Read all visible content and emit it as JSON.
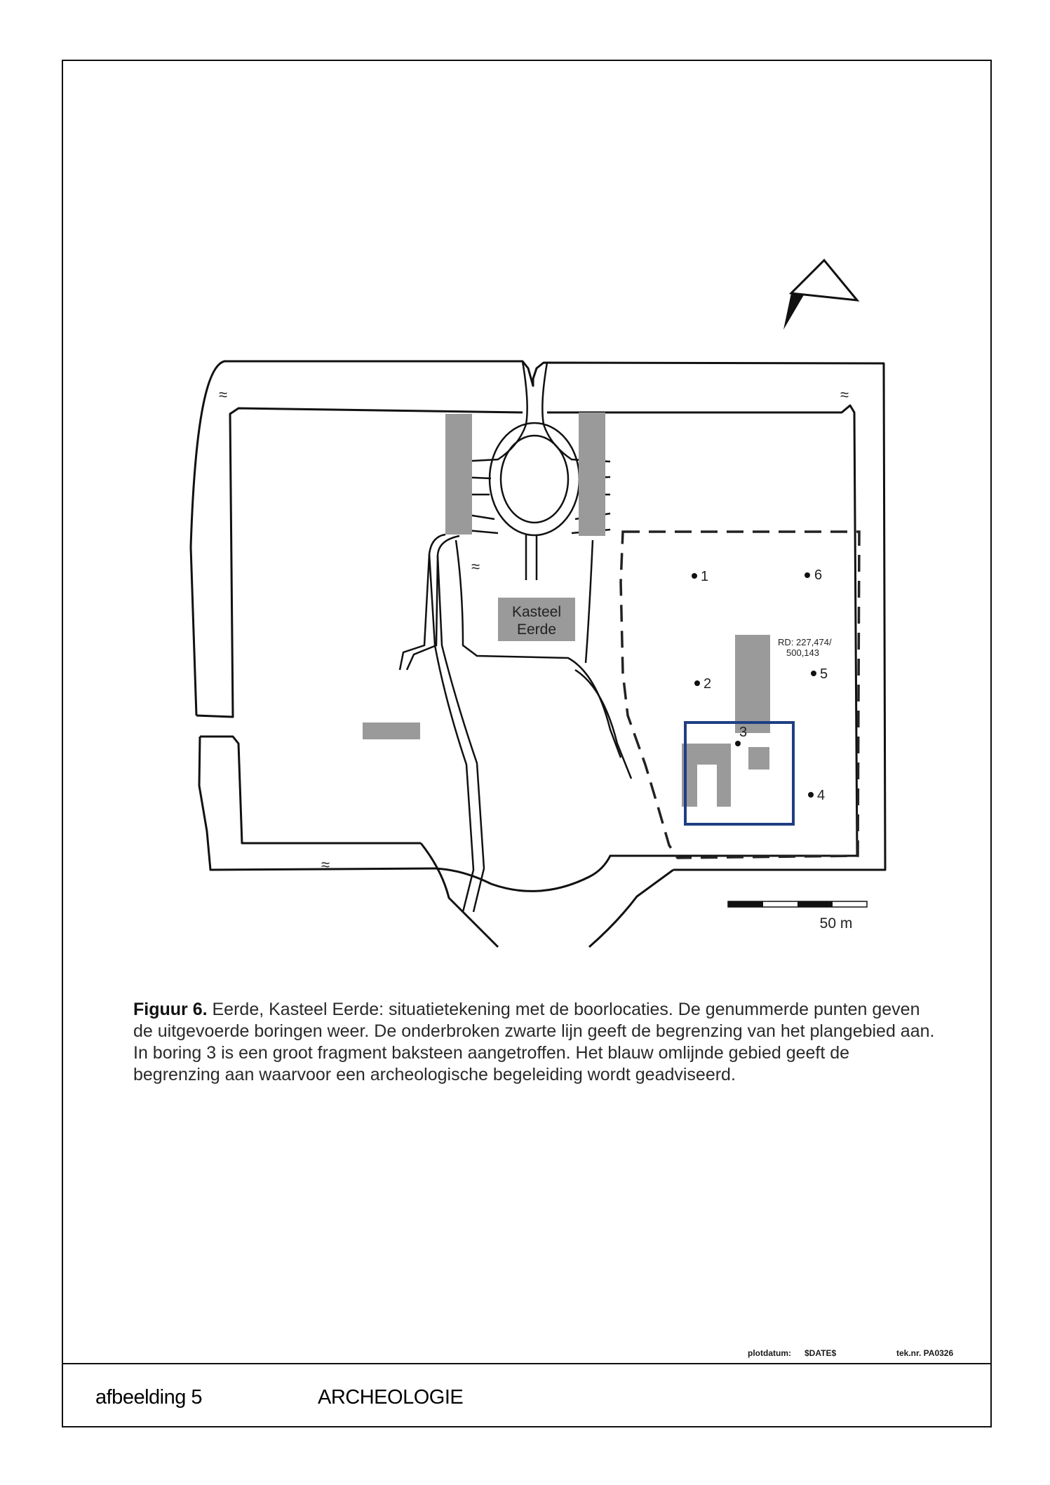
{
  "map": {
    "north_arrow_icon": "north-arrow",
    "building_label_line1": "Kasteel",
    "building_label_line2": "Eerde",
    "water_symbol": "≈",
    "coordinates_line1": "RD: 227,474/",
    "coordinates_line2": "500,143",
    "boring_points": [
      "1",
      "2",
      "3",
      "4",
      "5",
      "6"
    ],
    "scale_label": "50 m",
    "colors": {
      "buildings": "#9a9a9a",
      "advice_area_outline": "#1f3f82",
      "plan_area_dashed": "#222222"
    }
  },
  "caption": {
    "figure_label": "Figuur 6.",
    "text": " Eerde, Kasteel Eerde: situatietekening met de boorlocaties. De genummerde punten geven de uitgevoerde boringen weer. De onderbroken zwarte lijn geeft de begrenzing van het plangebied aan. In boring 3 is een groot fragment baksteen aangetroffen. Het blauw omlijnde gebied geeft de begrenzing aan waarvoor een archeologische begeleiding wordt geadviseerd."
  },
  "plot": {
    "plotdatum_label": "plotdatum:",
    "plotdatum_value": "$DATE$",
    "tek_label": "tek.nr. PA0326"
  },
  "footer": {
    "figure_number": "afbeelding 5",
    "department": "ARCHEOLOGIE"
  }
}
